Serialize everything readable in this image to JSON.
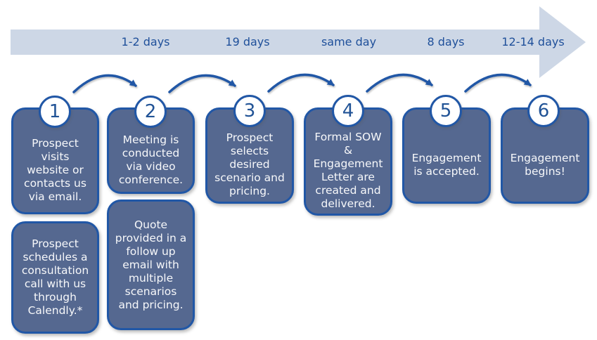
{
  "diagram_type": "process-timeline",
  "colors": {
    "timeline_band": "#cdd7e6",
    "box_fill": "#556890",
    "outline_blue": "#2157a6",
    "text_blue": "#1e4f9a",
    "box_text": "#f7f8fa"
  },
  "timeline": {
    "durations": [
      {
        "label": "1-2 days"
      },
      {
        "label": "19 days"
      },
      {
        "label": "same day"
      },
      {
        "label": "8 days"
      },
      {
        "label": "12-14 days"
      }
    ]
  },
  "steps": [
    {
      "number": "1",
      "lines": [
        "Prospect",
        "visits",
        "website or",
        "contacts us",
        "via email."
      ]
    },
    {
      "number": "2",
      "lines": [
        "Meeting is",
        "conducted",
        "via video",
        "conference."
      ]
    },
    {
      "number": "3",
      "lines": [
        "Prospect",
        "selects",
        "desired",
        "scenario and",
        "pricing."
      ]
    },
    {
      "number": "4",
      "lines": [
        "Formal SOW",
        "&",
        "Engagement",
        "Letter are",
        "created and",
        "delivered."
      ]
    },
    {
      "number": "5",
      "lines": [
        "Engagement",
        "is accepted."
      ]
    },
    {
      "number": "6",
      "lines": [
        "Engagement",
        "begins!"
      ]
    }
  ],
  "sub_steps": [
    {
      "under_step": "1",
      "lines": [
        "Prospect",
        "schedules a",
        "consultation",
        "call with us",
        "through",
        "Calendly.*"
      ]
    },
    {
      "under_step": "2",
      "lines": [
        "Quote",
        "provided in a",
        "follow up",
        "email with",
        "multiple",
        "scenarios",
        "and pricing."
      ]
    }
  ]
}
